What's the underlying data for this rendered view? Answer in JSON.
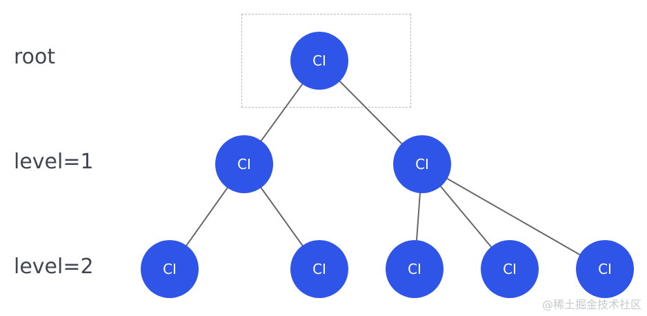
{
  "levels": {
    "root": "root",
    "level1": "level=1",
    "level2": "level=2"
  },
  "nodes": [
    {
      "id": "n0",
      "label": "CI"
    },
    {
      "id": "n1",
      "label": "CI"
    },
    {
      "id": "n2",
      "label": "CI"
    },
    {
      "id": "n3",
      "label": "CI"
    },
    {
      "id": "n4",
      "label": "CI"
    },
    {
      "id": "n5",
      "label": "CI"
    },
    {
      "id": "n6",
      "label": "CI"
    },
    {
      "id": "n7",
      "label": "CI"
    }
  ],
  "edges": [
    [
      "n0",
      "n1"
    ],
    [
      "n0",
      "n2"
    ],
    [
      "n1",
      "n3"
    ],
    [
      "n1",
      "n4"
    ],
    [
      "n2",
      "n5"
    ],
    [
      "n2",
      "n6"
    ],
    [
      "n2",
      "n7"
    ]
  ],
  "colors": {
    "node": "#2f55e8",
    "edge": "#666666",
    "label": "#3f4650",
    "dashed_box": "#b4b8bd"
  },
  "watermark": "@稀土掘金技术社区"
}
